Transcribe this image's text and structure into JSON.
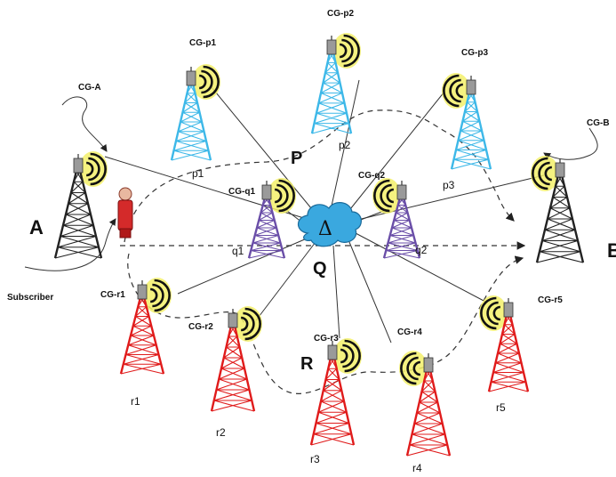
{
  "tower_colors": {
    "black": "#222222",
    "blue": "#3db8e8",
    "purple": "#6a4ea8",
    "red": "#e01b1b"
  },
  "cloud_color": "#3aa8df",
  "halo_color": "#f3f06a",
  "labels": {
    "cg_a": "CG-A",
    "cg_b": "CG-B",
    "cg_p1": "CG-p1",
    "cg_p2": "CG-p2",
    "cg_p3": "CG-p3",
    "cg_q1": "CG-q1",
    "cg_q2": "CG-q2",
    "cg_r1": "CG-r1",
    "cg_r2": "CG-r2",
    "cg_r3": "CG-r3",
    "cg_r4": "CG-r4",
    "cg_r5": "CG-r5",
    "node_a": "A",
    "node_b": "B",
    "p1": "p1",
    "p2": "p2",
    "p3": "p3",
    "q1": "q1",
    "q2": "q2",
    "r1": "r1",
    "r2": "r2",
    "r3": "r3",
    "r4": "r4",
    "r5": "r5",
    "group_p": "P",
    "group_q": "Q",
    "group_r": "R",
    "delta": "Δ",
    "subscriber": "Subscriber"
  },
  "towers": [
    {
      "id": "A",
      "color": "black"
    },
    {
      "id": "B",
      "color": "black"
    },
    {
      "id": "p1",
      "color": "blue"
    },
    {
      "id": "p2",
      "color": "blue"
    },
    {
      "id": "p3",
      "color": "blue"
    },
    {
      "id": "q1",
      "color": "purple"
    },
    {
      "id": "q2",
      "color": "purple"
    },
    {
      "id": "r1",
      "color": "red"
    },
    {
      "id": "r2",
      "color": "red"
    },
    {
      "id": "r3",
      "color": "red"
    },
    {
      "id": "r4",
      "color": "red"
    },
    {
      "id": "r5",
      "color": "red"
    }
  ]
}
